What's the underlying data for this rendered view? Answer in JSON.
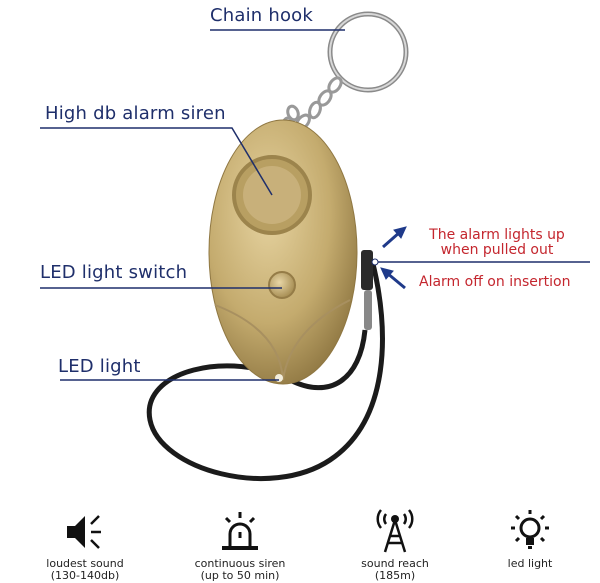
{
  "labels": {
    "chain_hook": "Chain hook",
    "siren": "High db alarm siren",
    "switch": "LED light switch",
    "led": "LED light",
    "pull_out": "The alarm lights up when pulled out",
    "insertion": "Alarm off on insertion"
  },
  "features": [
    {
      "icon": "speaker-icon",
      "line1": "loudest sound",
      "line2": "(130-140db)"
    },
    {
      "icon": "siren-icon",
      "line1": "continuous siren",
      "line2": "(up to 50 min)"
    },
    {
      "icon": "antenna-icon",
      "line1": "sound reach",
      "line2": "(185m)"
    },
    {
      "icon": "light-bulb-icon",
      "line1": "led light",
      "line2": ""
    }
  ],
  "colors": {
    "label": "#1f2f6b",
    "accent": "#c4262e",
    "device": "#c9b27a"
  }
}
